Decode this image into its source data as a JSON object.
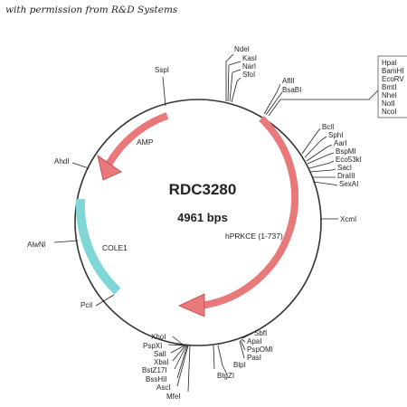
{
  "credit": "with permission from R&D Systems",
  "plasmid": {
    "name": "RDC3280",
    "size": "4961 bps"
  },
  "features": [
    {
      "name": "AMP",
      "type": "arrow",
      "color": "#e8787a",
      "direction": "counterclockwise"
    },
    {
      "name": "hPRKCE (1-737)",
      "type": "arrow",
      "color": "#e8787a",
      "direction": "clockwise"
    },
    {
      "name": "COLE1",
      "type": "block",
      "color": "#7fd6d6"
    }
  ],
  "sites": {
    "top": [
      "NdeI",
      "KasI",
      "NarI",
      "SfoI"
    ],
    "ssp": [
      "SspI"
    ],
    "afl": [
      "AflII",
      "BsaBI"
    ],
    "mcs_box": [
      "HpaI",
      "BamHI",
      "EcoRV",
      "BmtI",
      "NheI",
      "NotI",
      "NcoI"
    ],
    "right_upper": [
      "BclI",
      "SphI",
      "AarI",
      "BspMI",
      "Eco53kI",
      "SacI",
      "DraIII",
      "SexAI"
    ],
    "xcm": [
      "XcmI"
    ],
    "left": [
      "AhdI",
      "AlwNI",
      "PciI"
    ],
    "bottom_left": [
      "XhoI",
      "PspXI",
      "SalI",
      "XbaI",
      "BstZ17I",
      "BssHII",
      "AscI",
      "MfeI"
    ],
    "bottom_mid": [
      "BlpI",
      "BtgZI"
    ],
    "bottom_right": [
      "SbfI",
      "ApaI",
      "PspOMI",
      "PasI"
    ]
  }
}
